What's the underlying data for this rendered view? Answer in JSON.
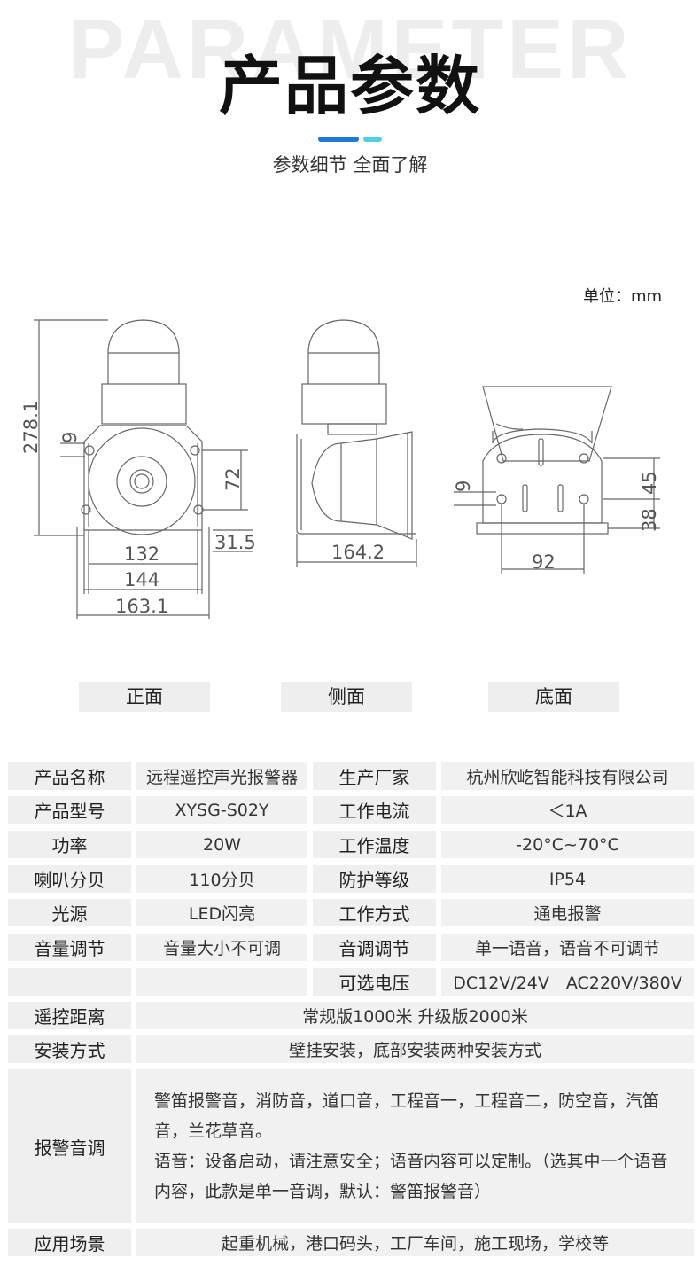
{
  "header": {
    "watermark": "PARAMETER",
    "title": "产品参数",
    "subtitle": "参数细节 全面了解",
    "accent_color": "#1e78d4",
    "accent_color_2": "#4fd0e8"
  },
  "drawing": {
    "unit": "单位：mm",
    "front": {
      "height": "278.1",
      "hole": "9",
      "v_spacing": "72",
      "offset": "31.5",
      "w1": "132",
      "w2": "144",
      "w3": "163.1"
    },
    "side": {
      "depth": "164.2"
    },
    "bottom": {
      "hole": "9",
      "h1": "45",
      "h2": "38",
      "w": "92"
    }
  },
  "views": {
    "front": "正面",
    "side": "侧面",
    "bottom": "底面"
  },
  "specs": {
    "name_label": "产品名称",
    "name_value": "远程遥控声光报警器",
    "maker_label": "生产厂家",
    "maker_value": "杭州欣屹智能科技有限公司",
    "model_label": "产品型号",
    "model_value": "XYSG-S02Y",
    "current_label": "工作电流",
    "current_value": "＜1A",
    "power_label": "功率",
    "power_value": "20W",
    "temp_label": "工作温度",
    "temp_value": "-20°C~70°C",
    "db_label": "喇叭分贝",
    "db_value": "110分贝",
    "ip_label": "防护等级",
    "ip_value": "IP54",
    "light_label": "光源",
    "light_value": "LED闪亮",
    "mode_label": "工作方式",
    "mode_value": "通电报警",
    "volume_label": "音量调节",
    "volume_value": "音量大小不可调",
    "tone_label": "音调调节",
    "tone_value": "单一语音，语音不可调节",
    "voltage_label": "可选电压",
    "voltage_value": "DC12V/24V　AC220V/380V",
    "remote_label": "遥控距离",
    "remote_value": "常规版1000米 升级版2000米",
    "install_label": "安装方式",
    "install_value": "壁挂安装，底部安装两种安装方式",
    "alarm_label": "报警音调",
    "alarm_line1": "警笛报警音，消防音，道口音，工程音一，工程音二，防空音，汽笛音，兰花草音。",
    "alarm_line2": "语音：设备启动，请注意安全；语音内容可以定制。（选其中一个语音内容，此款是单一音调，默认：警笛报警音）",
    "scene_label": "应用场景",
    "scene_value": "起重机械，港口码头，工厂车间，施工现场，学校等"
  }
}
